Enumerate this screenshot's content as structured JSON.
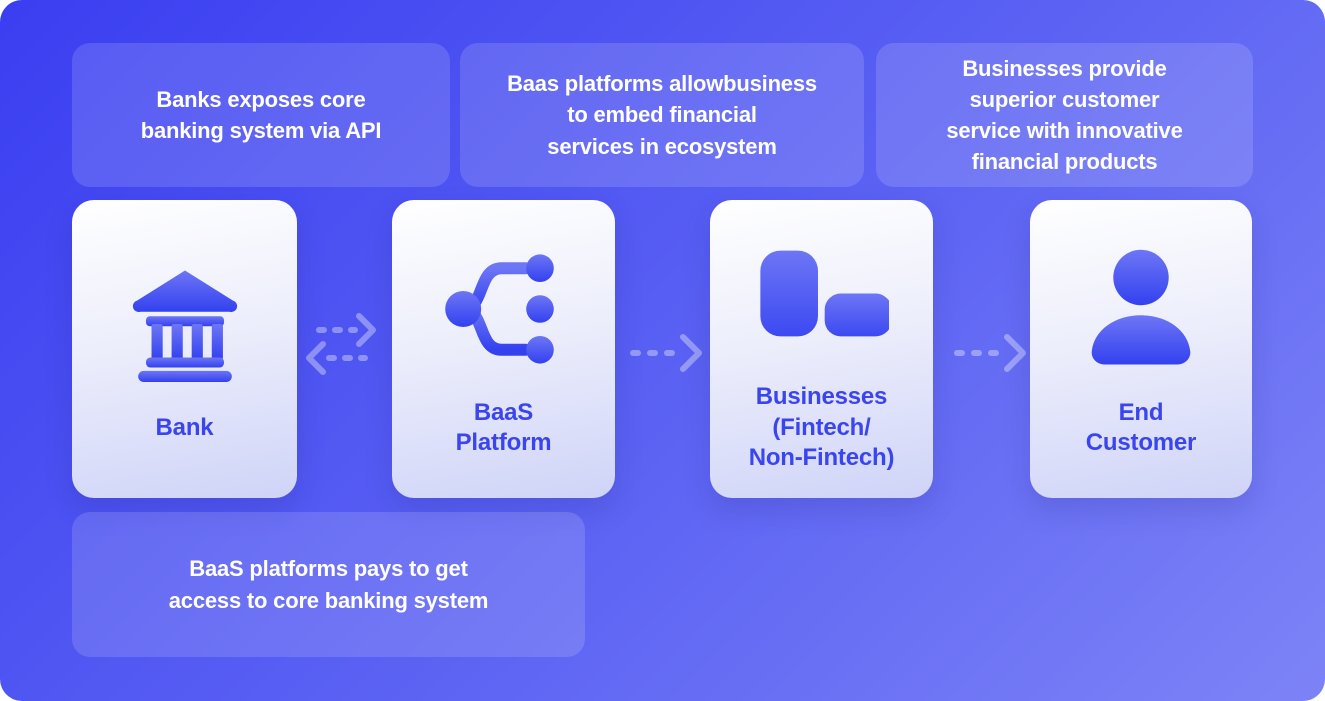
{
  "colors": {
    "background_gradient_start": "#3a3ef1",
    "background_gradient_end": "#7d83f6",
    "card_gradient_top": "#ffffff",
    "card_gradient_bottom": "#cfd4f8",
    "icon_gradient_top": "#6d76f5",
    "icon_gradient_bottom": "#3341ef",
    "card_label_color": "#3a45ef",
    "note_text_color": "#ffffff",
    "arrow_color": "rgba(255,255,255,0.36)"
  },
  "notes": {
    "bank_api": "Banks exposes core\nbanking system via API",
    "baas_embed": "Baas platforms allowbusiness\nto embed financial\nservices in ecosystem",
    "business_service": "Businesses provide\nsuperior customer\nservice with innovative\nfinancial products",
    "baas_pays": "BaaS platforms pays to get\naccess to core banking system"
  },
  "cards": [
    {
      "label": "Bank",
      "icon": "bank-building-icon"
    },
    {
      "label": "BaaS\nPlatform",
      "icon": "network-branch-icon"
    },
    {
      "label": "Businesses\n(Fintech/\nNon-Fintech)",
      "icon": "business-blocks-icon"
    },
    {
      "label": "End\nCustomer",
      "icon": "person-icon"
    }
  ],
  "arrows": [
    {
      "type": "bidirectional-dashed",
      "between": [
        "Bank",
        "BaaS Platform"
      ]
    },
    {
      "type": "right-dashed",
      "between": [
        "BaaS Platform",
        "Businesses"
      ]
    },
    {
      "type": "right-dashed",
      "between": [
        "Businesses",
        "End Customer"
      ]
    }
  ]
}
